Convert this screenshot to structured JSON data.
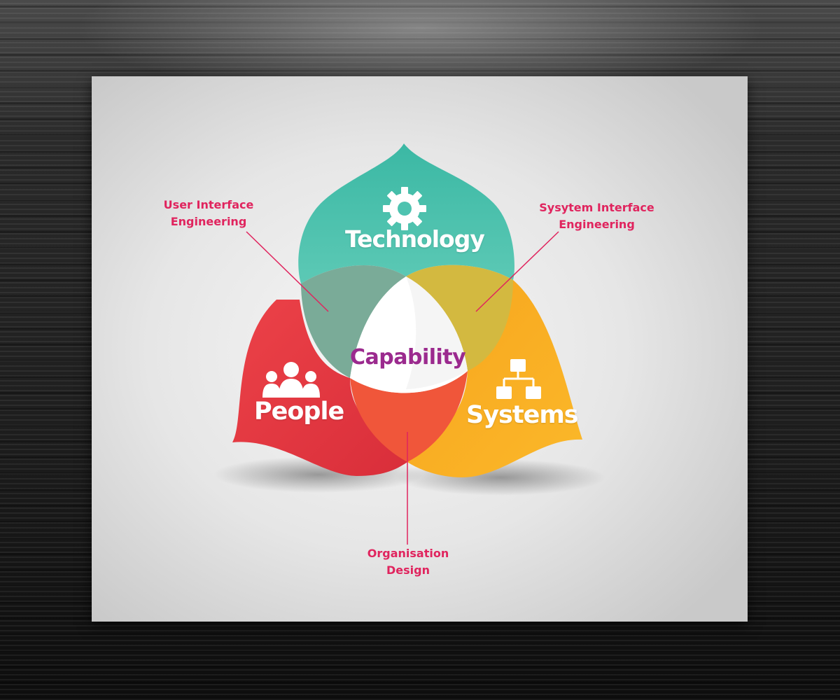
{
  "petals": {
    "top": {
      "label": "Technology",
      "icon": "gear-icon",
      "color": "#4ec3b0"
    },
    "left": {
      "label": "People",
      "icon": "people-icon",
      "color": "#e8383f"
    },
    "right": {
      "label": "Systems",
      "icon": "flowchart-icon",
      "color": "#f9a825"
    }
  },
  "center": {
    "label": "Capability",
    "color": "#9b2a8e"
  },
  "annotations": {
    "user_interface": {
      "line1": "User Interface",
      "line2": "Engineering"
    },
    "system_interface": {
      "line1": "Sysytem Interface",
      "line2": "Engineering"
    },
    "organisation": {
      "line1": "Organisation",
      "line2": "Design"
    },
    "color": "#e0245e"
  }
}
